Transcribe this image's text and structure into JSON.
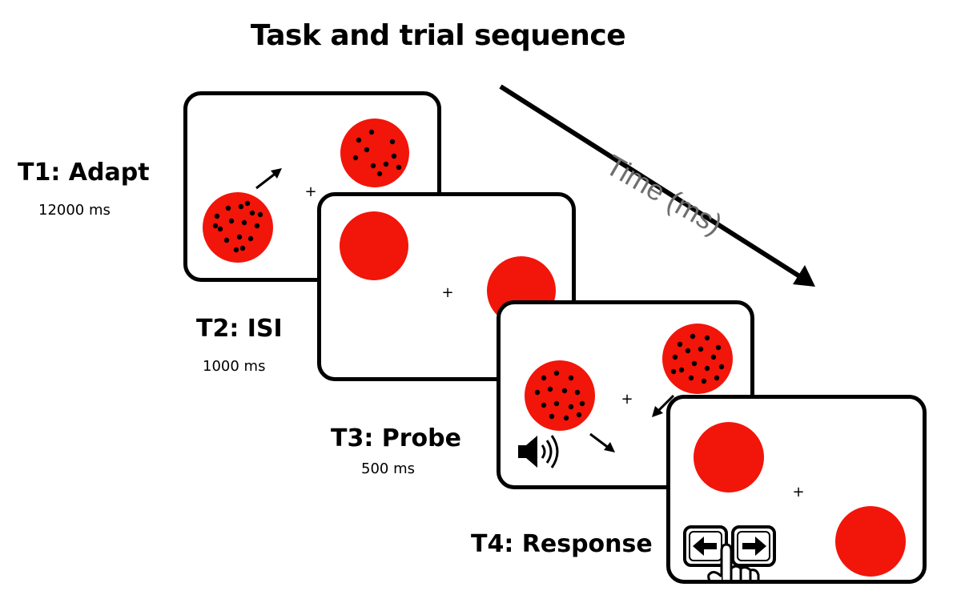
{
  "title": "Task and trial sequence",
  "time_label": "Time (ms)",
  "phases": [
    {
      "label": "T1: Adapt",
      "duration": "12000 ms"
    },
    {
      "label": "T2: ISI",
      "duration": "1000 ms"
    },
    {
      "label": "T3: Probe",
      "duration": "500 ms"
    },
    {
      "label": "T4: Response"
    }
  ],
  "colors": {
    "stimulus_red": "#f2150a",
    "time_label": "#6e6e6e",
    "frame": "#000000"
  },
  "icons": [
    "arrow-icon",
    "speaker-icon",
    "left-key-icon",
    "right-key-icon",
    "hand-icon"
  ]
}
